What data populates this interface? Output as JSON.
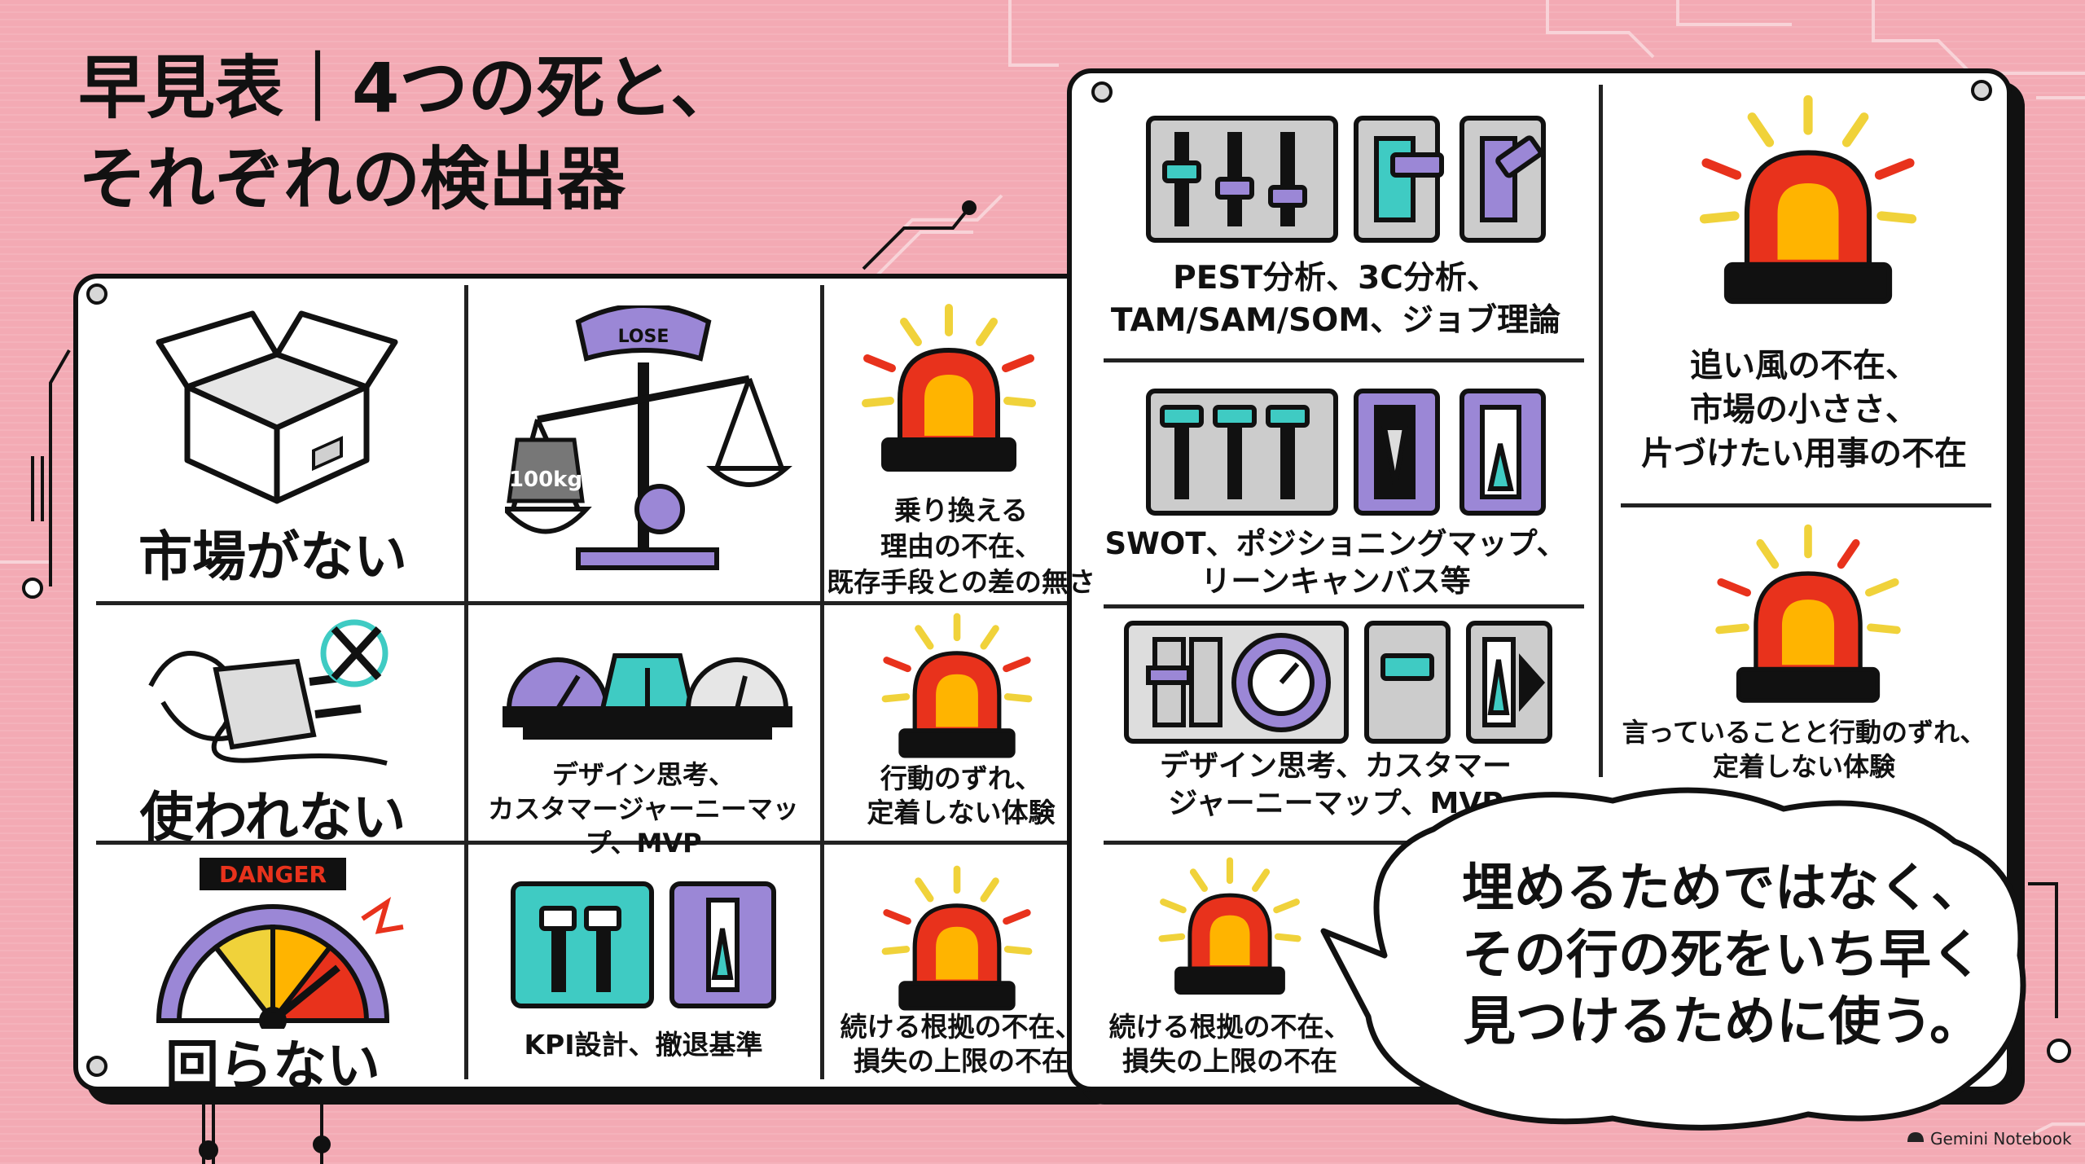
{
  "title": "早見表｜4つの死と、\nそれぞれの検出器",
  "rows": [
    {
      "name": "市場がない",
      "tools": "",
      "signal": "乗り換える\n理由の不在、\n既存手段との差の無さ"
    },
    {
      "name": "使われない",
      "tools": "デザイン思考、\nカスタマージャーニーマップ、MVP",
      "signal": "行動のずれ、\n定着しない体験"
    },
    {
      "name": "回らない",
      "tools": "KPI設計、撤退基準",
      "signal": "続ける根拠の不在、\n損失の上限の不在"
    }
  ],
  "icon_labels": {
    "scale": "LOSE",
    "weight": "100kg",
    "danger": "DANGER"
  },
  "right_panel": {
    "tool1": "PEST分析、3C分析、\nTAM/SAM/SOM、ジョブ理論",
    "tool2": "SWOT、ポジショニングマップ、\nリーンキャンバス等",
    "tool3": "デザイン思考、カスタマー\nジャーニーマップ、MVP",
    "signal_bottom": "続ける根拠の不在、\n損失の上限の不在",
    "signal_top": "追い風の不在、\n市場の小ささ、\n片づけたい用事の不在",
    "signal_mid": "言っていることと行動のずれ、\n定着しない体験"
  },
  "bubble": "埋めるためではなく、\nその行の死をいち早く\n見つけるために使う。",
  "brand": "Gemini Notebook",
  "colors": {
    "background": "#f3aab4",
    "purple": "#9b87d6",
    "teal": "#3fcbc3",
    "siren_red": "#e8321c",
    "siren_orange": "#ffb400",
    "ray_yellow": "#f0d23a"
  }
}
